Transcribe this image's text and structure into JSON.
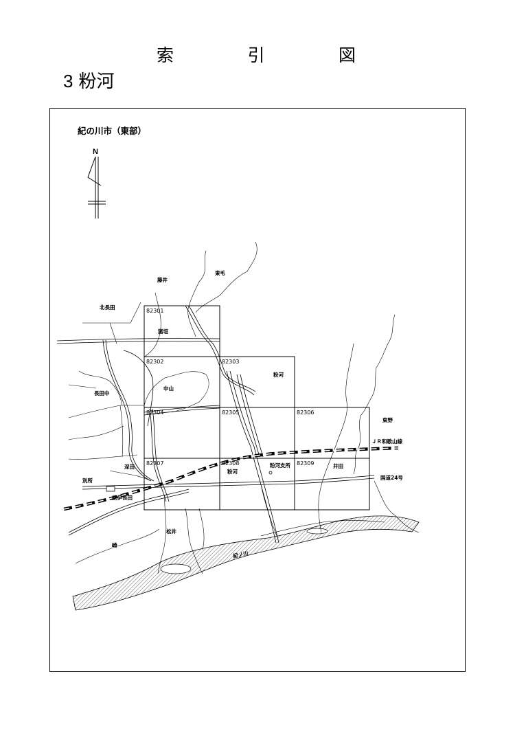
{
  "header": {
    "title_chars": [
      "索",
      "引",
      "図"
    ],
    "section_number": "3",
    "section_name": "粉河"
  },
  "map": {
    "caption": "紀の川市（東部）",
    "north_label": "N",
    "sheets": [
      "82301",
      "82302",
      "82303",
      "82304",
      "82305",
      "82306",
      "82307",
      "82308",
      "82309"
    ],
    "places": {
      "fujii": "藤井",
      "higashike": "東毛",
      "kitanagata": "北長田",
      "shigaki": "猪垣",
      "kokawa": "粉河",
      "nakayama": "中山",
      "nagatanaka": "長田中",
      "higashino": "東野",
      "fukata": "深田",
      "bessho": "別所",
      "kokawa_town": "粉河",
      "kokawa_branch": "粉河支所",
      "ida": "井田",
      "matsui": "松井",
      "saki": "崎"
    },
    "lines": {
      "jr": "ＪＲ和歌山線",
      "route24": "国道24号",
      "station": "紀伊長田",
      "river": "紀ノ川"
    }
  }
}
